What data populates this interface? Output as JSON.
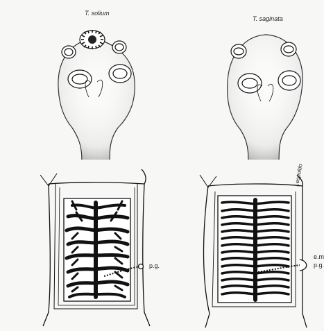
{
  "labels": {
    "solium": "T. solium",
    "saginata": "T. saginata",
    "pg_left": "p.g.",
    "em_right": "e.m.",
    "pg_right": "p.g.",
    "signature": "Leopoldo"
  },
  "colors": {
    "ink": "#111111",
    "paper": "#f7f7f6",
    "stipple": "#3a3a3a"
  }
}
